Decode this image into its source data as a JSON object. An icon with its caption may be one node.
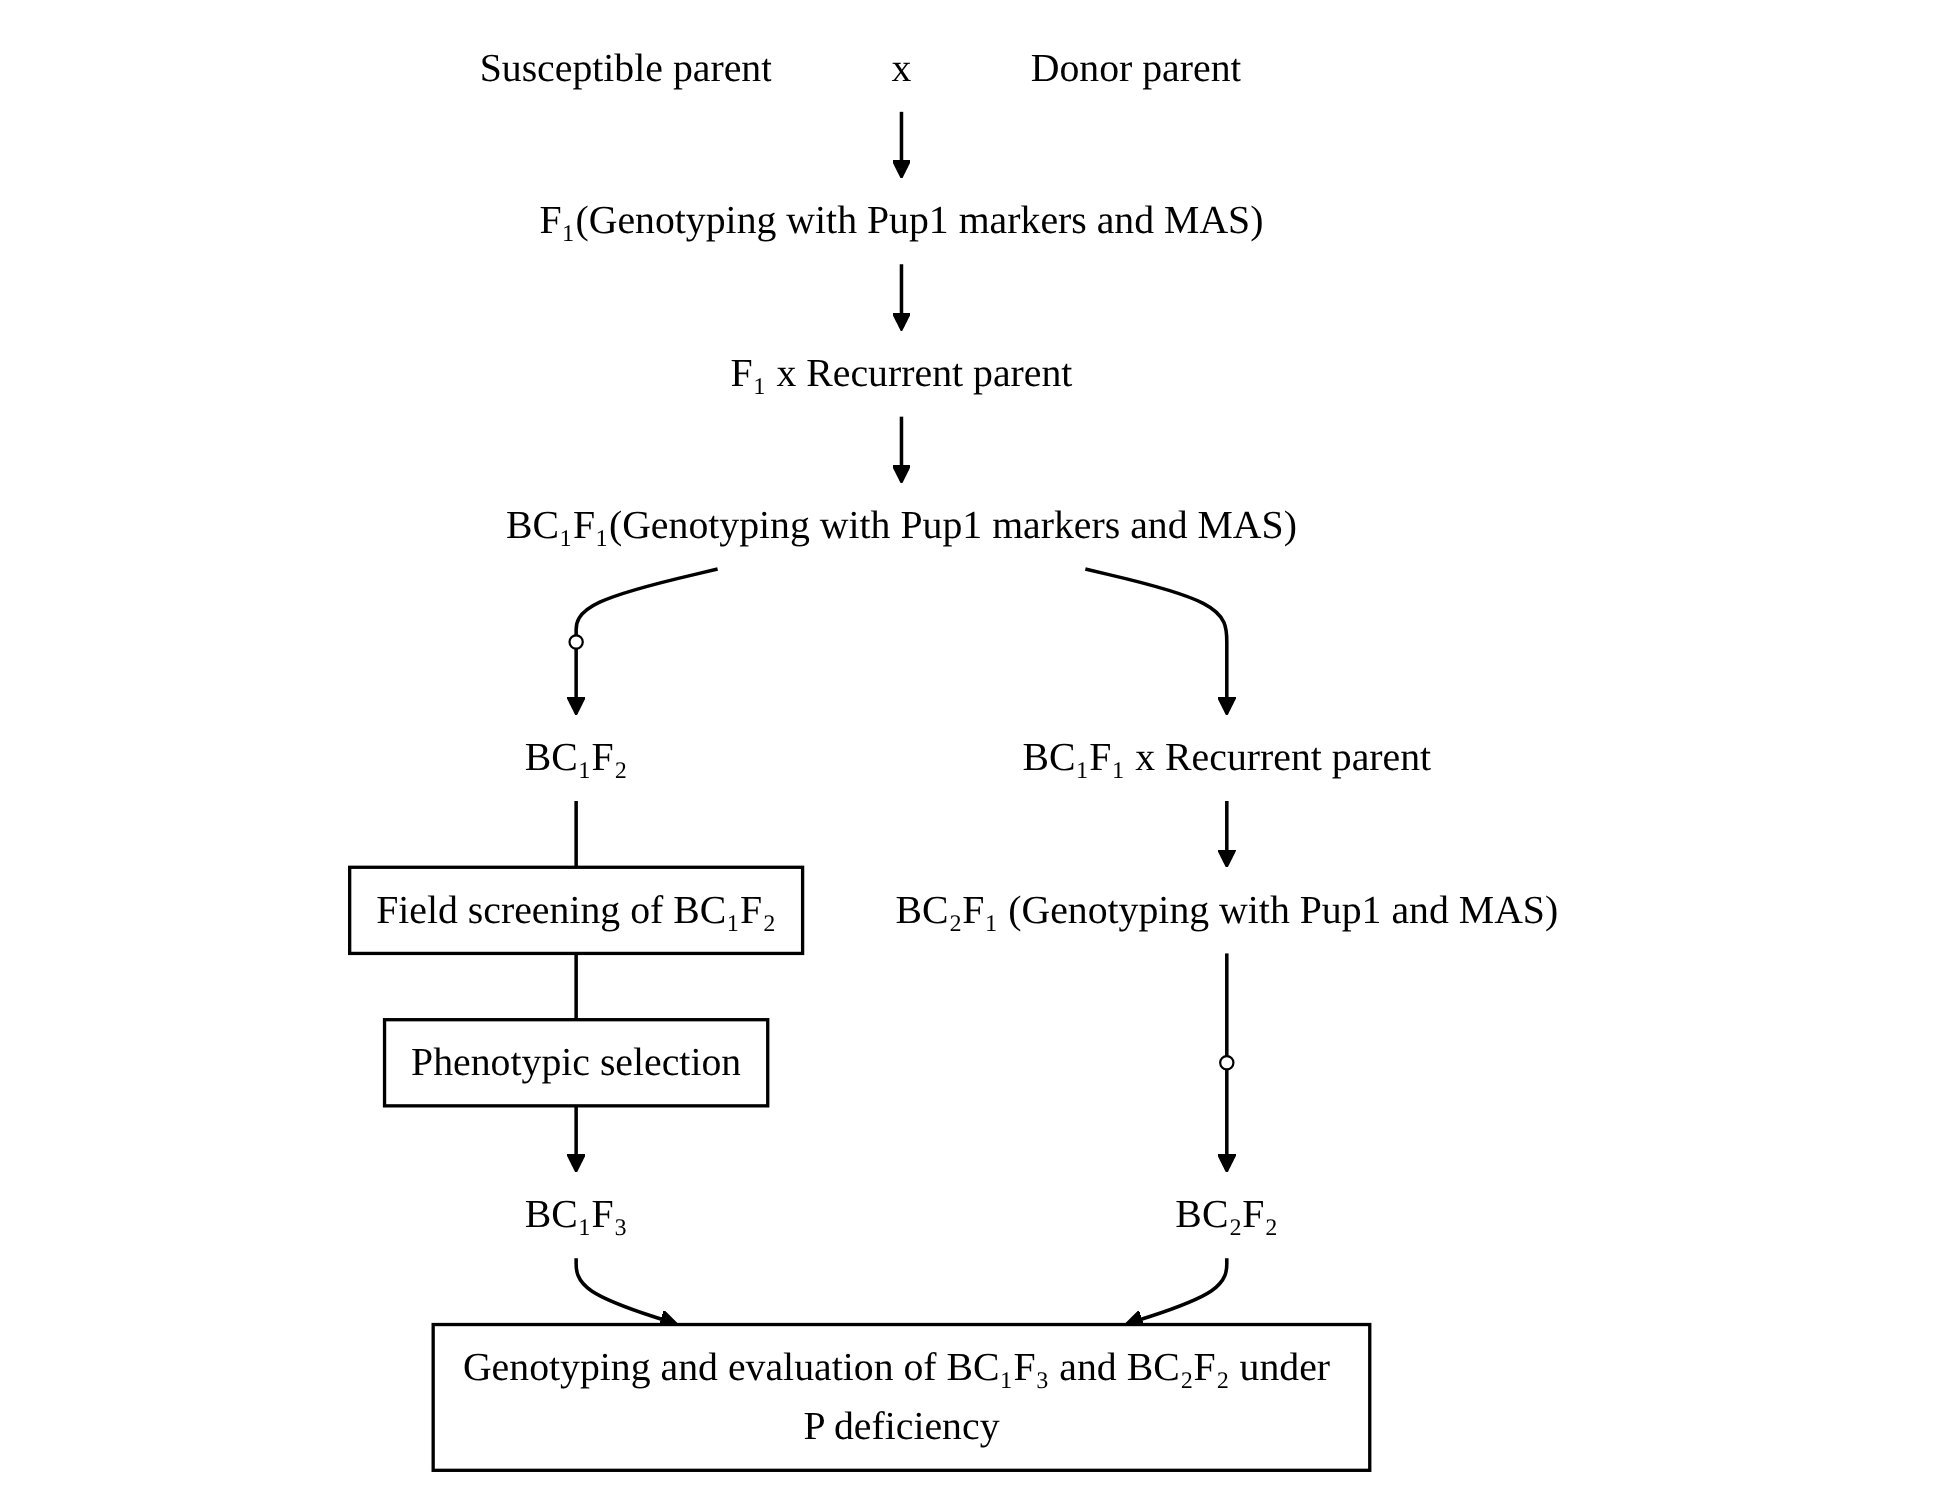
{
  "diagram": {
    "nodes": [
      {
        "text": [
          "Susceptible parent"
        ]
      },
      {
        "text": [
          "x"
        ]
      },
      {
        "text": [
          "Donor parent"
        ]
      },
      {
        "text": [
          "F₁(Genotyping with Pup1 markers and MAS)"
        ]
      },
      {
        "text": [
          "F₁ x Recurrent parent"
        ]
      },
      {
        "text": [
          "BC₁F₁(Genotyping with Pup1 markers and MAS)"
        ]
      },
      {
        "text": [],
        "shape": "circle"
      },
      {
        "text": [
          "BC₁F₁ x Recurrent parent"
        ]
      },
      {
        "text": [
          "BC₁F₂"
        ]
      },
      {
        "text": [
          "Field screening of BC₁F₂"
        ]
      },
      {
        "text": [
          "BC₂F₁ (Genotyping with Pup1 and MAS)"
        ]
      },
      {
        "text": [
          "Phenotypic selection"
        ]
      },
      {
        "text": [],
        "shape": "circle"
      },
      {
        "text": [
          "BC₁F₃"
        ]
      },
      {
        "text": [
          "BC₂F₂"
        ]
      },
      {
        "text": [
          "Genotyping and evaluation of BC₁F₃ and BC₂F₂ under P deficiency"
        ]
      }
    ],
    "edges": [
      {
        "from": 1,
        "to": 3,
        "arrow": "to"
      },
      {
        "from": 3,
        "to": 4,
        "arrow": "to"
      },
      {
        "from": 4,
        "to": 5,
        "arrow": "to"
      },
      {
        "from": 5,
        "to": 6,
        "arrow": "none"
      },
      {
        "from": 6,
        "to": 8,
        "arrow": "to"
      },
      {
        "from": 5,
        "to": 7,
        "arrow": "to"
      },
      {
        "from": 8,
        "to": 9,
        "arrow": "none"
      },
      {
        "from": 9,
        "to": 11,
        "arrow": "none"
      },
      {
        "from": 11,
        "to": 13,
        "arrow": "to"
      },
      {
        "from": 7,
        "to": 10,
        "arrow": "to"
      },
      {
        "from": 10,
        "to": 12,
        "arrow": "none"
      },
      {
        "from": 12,
        "to": 14,
        "arrow": "to"
      },
      {
        "from": 13,
        "to": 15,
        "arrow": "to"
      },
      {
        "from": 14,
        "to": 15,
        "arrow": "to"
      }
    ]
  }
}
